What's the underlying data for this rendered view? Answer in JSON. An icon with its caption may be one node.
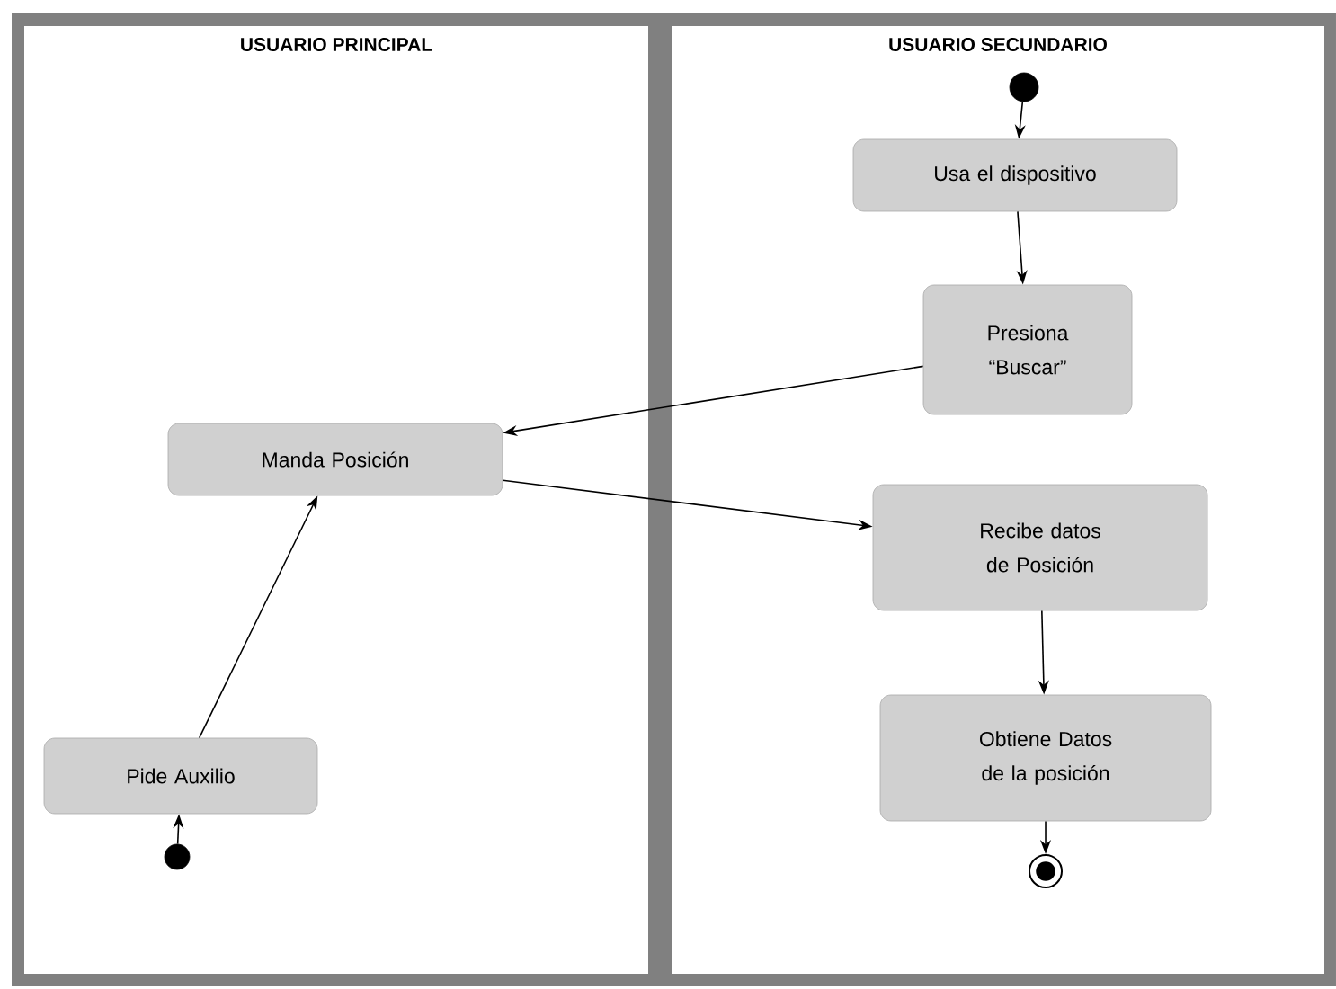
{
  "diagram": {
    "nodes": [
      {
        "text": [
          "USUARIO PRINCIPAL"
        ]
      },
      {
        "text": [
          "USUARIO SECUNDARIO"
        ]
      },
      {
        "text": [
          "Manda Posición"
        ],
        "in": 0
      },
      {
        "text": [
          "Pide Auxilio"
        ],
        "in": 0
      },
      {
        "text": [],
        "shape": "circle",
        "in": 0
      },
      {
        "text": [],
        "shape": "circle",
        "in": 1
      },
      {
        "text": [
          "Usa el dispositivo"
        ],
        "in": 1
      },
      {
        "text": [
          "Presiona “Buscar”"
        ],
        "in": 1
      },
      {
        "text": [
          "Recibe datos de Posición"
        ],
        "in": 1
      },
      {
        "text": [
          "Obtiene Datos de la posición"
        ],
        "in": 1
      },
      {
        "text": [],
        "shape": "bullseye",
        "in": 1
      }
    ],
    "edges": [
      {
        "from": 4,
        "to": 3,
        "arrow": "to"
      },
      {
        "from": 3,
        "to": 2,
        "arrow": "to"
      },
      {
        "from": 5,
        "to": 6,
        "arrow": "to"
      },
      {
        "from": 6,
        "to": 7,
        "arrow": "to"
      },
      {
        "from": 7,
        "to": 2,
        "arrow": "to"
      },
      {
        "from": 2,
        "to": 8,
        "arrow": "to"
      },
      {
        "from": 8,
        "to": 9,
        "arrow": "to"
      },
      {
        "from": 9,
        "to": 10,
        "arrow": "to"
      }
    ]
  }
}
